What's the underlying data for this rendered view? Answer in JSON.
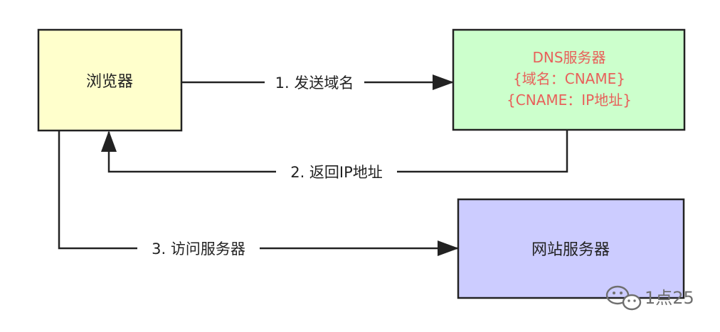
{
  "nodes": {
    "browser": {
      "label": "浏览器",
      "fill": "#ffffcc"
    },
    "dns": {
      "lines": [
        "DNS服务器",
        "{域名：CNAME}",
        "{CNAME：IP地址}"
      ],
      "fill": "#ccffcc",
      "text_color": "#e8605a"
    },
    "web": {
      "label": "网站服务器",
      "fill": "#ccccff"
    }
  },
  "edges": {
    "send_domain": {
      "label": "1. 发送域名"
    },
    "return_ip": {
      "label": "2. 返回IP地址"
    },
    "visit_server": {
      "label": "3. 访问服务器"
    }
  },
  "watermark": {
    "text": "1点25",
    "icon": "wechat-icon"
  },
  "colors": {
    "stroke": "#222222",
    "text": "#222222",
    "watermark": "#6f6f6f"
  }
}
